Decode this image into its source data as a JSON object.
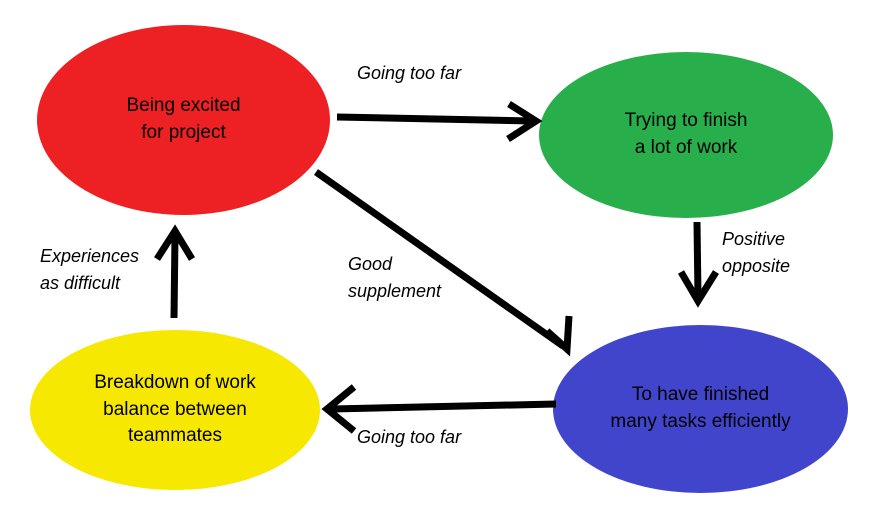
{
  "diagram": {
    "type": "cycle-diagram",
    "background_color": "#ffffff",
    "nodes": [
      {
        "id": "excitement",
        "name": "being-excited-for-project",
        "color": "#ED2024",
        "lines": [
          "Being excited",
          "for project"
        ]
      },
      {
        "id": "finishwork",
        "name": "trying-to-finish-a-lot-of-work",
        "color": "#28AE4B",
        "lines": [
          "Trying to finish",
          "a lot of work"
        ]
      },
      {
        "id": "finished",
        "name": "to-have-finished-many-tasks-efficiently",
        "color": "#4145CB",
        "lines": [
          "To have finished",
          "many tasks efficiently"
        ]
      },
      {
        "id": "breakdown",
        "name": "breakdown-of-work-balance-between-teammates",
        "color": "#F6E800",
        "lines": [
          "Breakdown of work",
          "balance between",
          "teammates"
        ]
      }
    ],
    "edges": [
      {
        "id": "e1",
        "from": "excitement",
        "to": "finishwork",
        "lines": [
          "Going too far"
        ],
        "direction": "right"
      },
      {
        "id": "e2",
        "from": "finishwork",
        "to": "finished",
        "lines": [
          "Positive",
          "opposite"
        ],
        "direction": "down"
      },
      {
        "id": "e3",
        "from": "excitement",
        "to": "finished",
        "lines": [
          "Good",
          "supplement"
        ],
        "direction": "down-right"
      },
      {
        "id": "e4",
        "from": "finished",
        "to": "breakdown",
        "lines": [
          "Going too far"
        ],
        "direction": "left"
      },
      {
        "id": "e5",
        "from": "breakdown",
        "to": "excitement",
        "lines": [
          "Experiences",
          "as difficult"
        ],
        "direction": "up"
      }
    ],
    "stroke_color": "#000000"
  }
}
